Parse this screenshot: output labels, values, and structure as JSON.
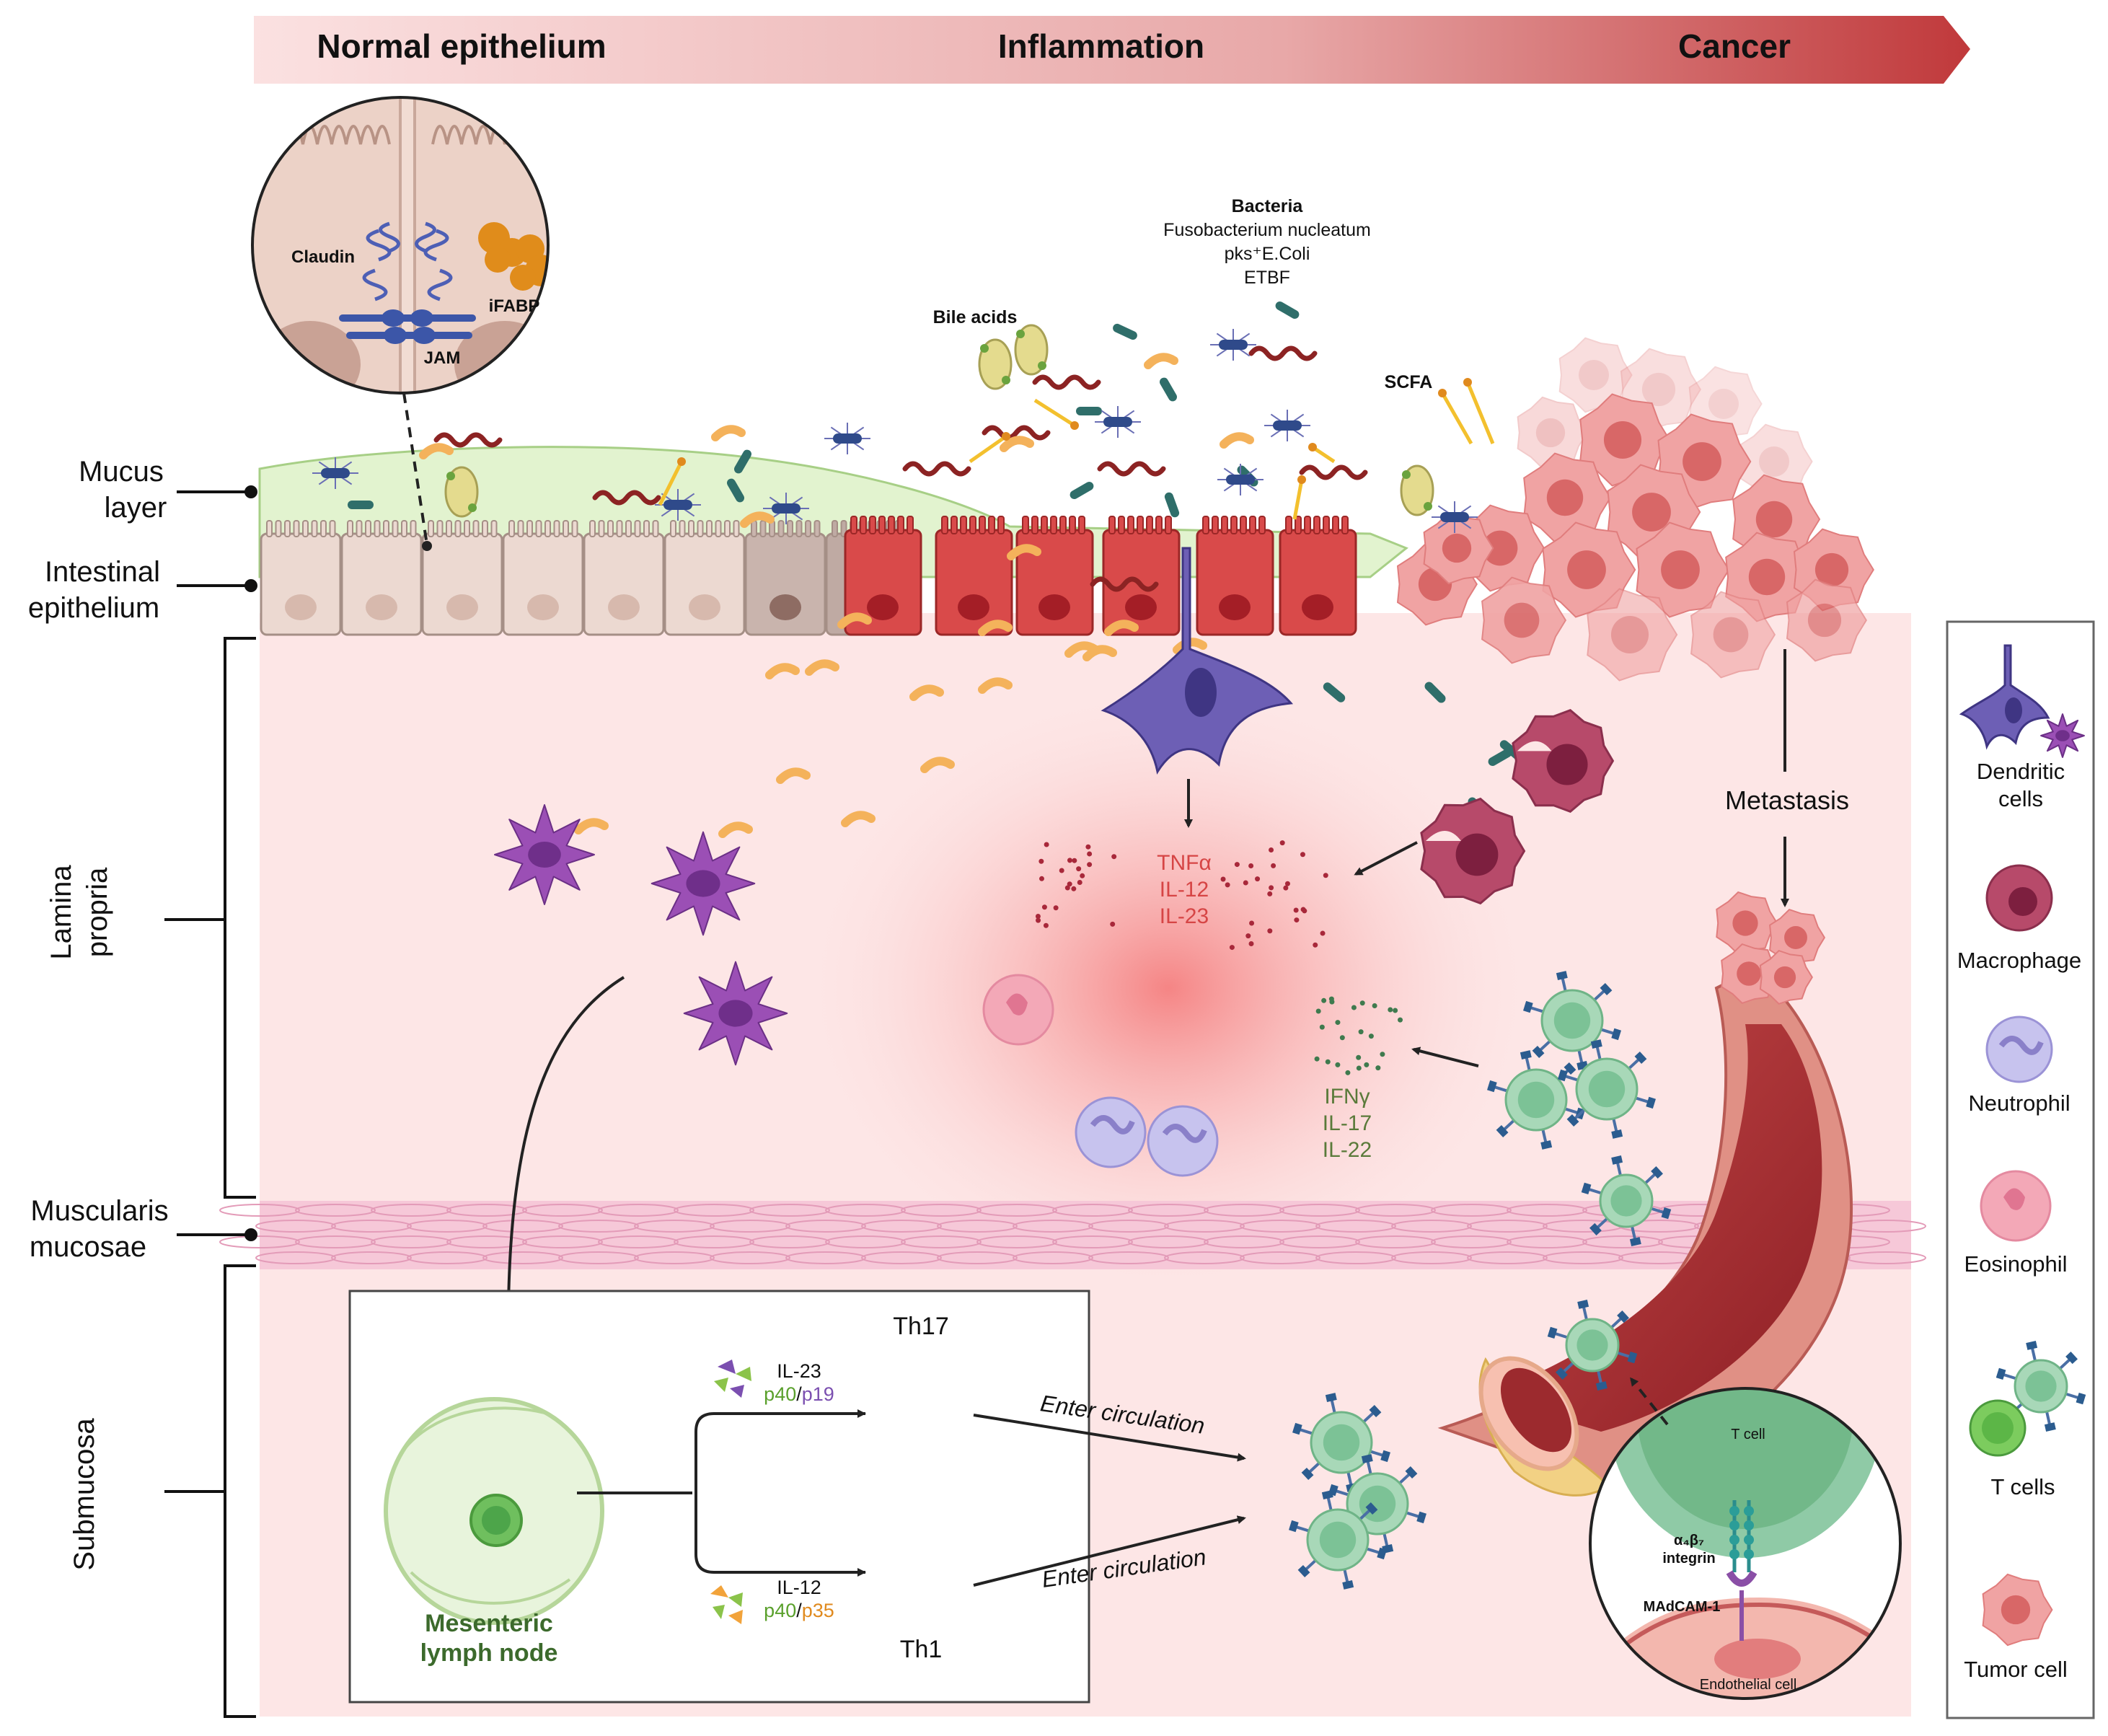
{
  "stage_bar": {
    "normal": "Normal epithelium",
    "inflammation": "Inflammation",
    "cancer": "Cancer"
  },
  "layers": {
    "mucus_line1": "Mucus",
    "mucus_line2": "layer",
    "epithelium_line1": "Intestinal",
    "epithelium_line2": "epithelium",
    "lamina_line1": "Lamina",
    "lamina_line2": "propria",
    "muscularis_line1": "Muscularis",
    "muscularis_line2": "mucosae",
    "submucosa": "Submucosa"
  },
  "junction_inset": {
    "claudin": "Claudin",
    "ifabp": "iFABP",
    "jam": "JAM"
  },
  "microbes": {
    "bacteria_title": "Bacteria",
    "bacteria_1": "Fusobacterium nucleatum",
    "bacteria_2": "pks⁺E.Coli",
    "bacteria_3": "ETBF",
    "bile_acids": "Bile acids",
    "scfa": "SCFA"
  },
  "cytokines": {
    "tnf": "TNFα",
    "il12": "IL-12",
    "il23": "IL-23",
    "ifng": "IFNγ",
    "il17": "IL-17",
    "il22": "IL-22"
  },
  "metastasis": "Metastasis",
  "lymph": {
    "node_line1": "Mesenteric",
    "node_line2": "lymph node",
    "th17": "Th17",
    "th1": "Th1",
    "il23": "IL-23",
    "p40": "p40",
    "slash": "/",
    "p19": "p19",
    "il12": "IL-12",
    "p35": "p35",
    "enter1": "Enter circulation",
    "enter2": "Enter circulation"
  },
  "vessel_inset": {
    "tcell": "T cell",
    "integrin_line1": "α₄β₇",
    "integrin_line2": "integrin",
    "madcam": "MAdCAM-1",
    "endothelial": "Endothelial cell"
  },
  "legend": {
    "dendritic_line1": "Dendritic",
    "dendritic_line2": "cells",
    "macrophage": "Macrophage",
    "neutrophil": "Neutrophil",
    "eosinophil": "Eosinophil",
    "tcells": "T cells",
    "tumor": "Tumor cell"
  },
  "colors": {
    "stage_start": "#fbe3e3",
    "stage_end": "#c0393b",
    "lamina": "#fde6e6",
    "mucus": "#e2f3cf",
    "epithelium_normal": "#ecd9d1",
    "epithelium_inflamed": "#d94a4a",
    "dendritic": "#6d5fb5",
    "macrophage": "#a8405a",
    "tcell": "#8fcaa6",
    "tumor": "#ee9b9b",
    "cytokine_red": "#d64545",
    "cytokine_green": "#5a7a3a",
    "lymph_text": "#3c6a2c"
  }
}
